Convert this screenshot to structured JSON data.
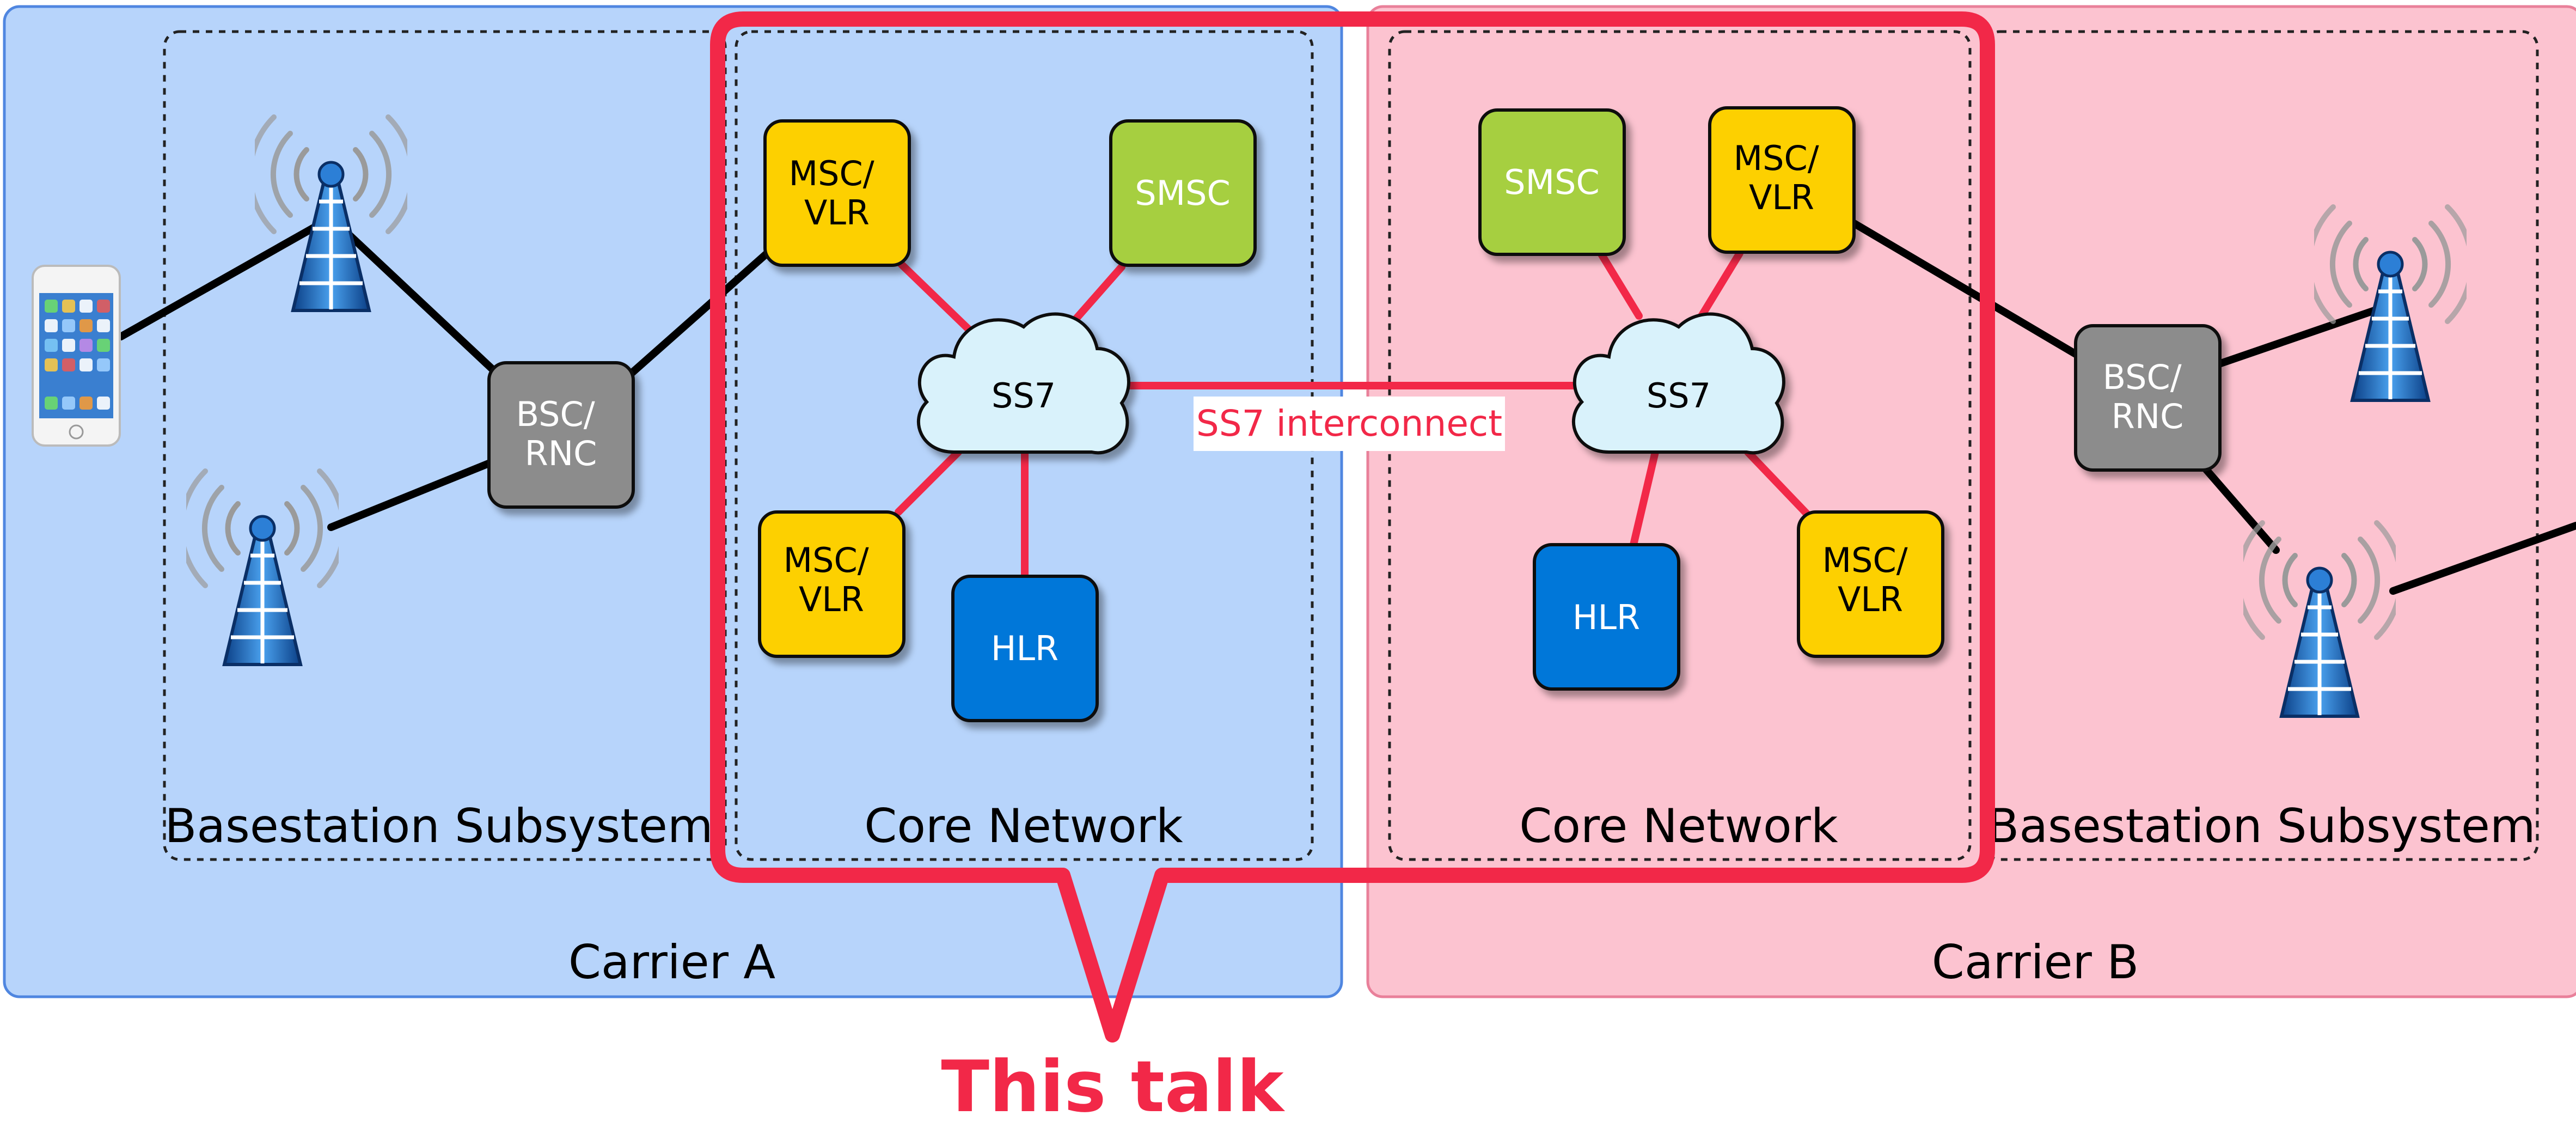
{
  "carriers": {
    "a": {
      "label": "Carrier A",
      "color": "#b7d4fb",
      "border": "#4f86e0"
    },
    "b": {
      "label": "Carrier B",
      "color": "#fcc3d0",
      "border": "#e9809a"
    }
  },
  "regions": {
    "a_bss": "Basestation Subsystem",
    "a_core": "Core Network",
    "b_core": "Core Network",
    "b_bss": "Basestation Subsystem"
  },
  "nodes": {
    "a_msc_top": [
      "MSC/",
      "VLR"
    ],
    "a_smsc": "SMSC",
    "a_ss7": "SS7",
    "a_msc_bottom": [
      "MSC/",
      "VLR"
    ],
    "a_hlr": "HLR",
    "a_bsc": [
      "BSC/",
      "RNC"
    ],
    "b_smsc": "SMSC",
    "b_msc_top": [
      "MSC/",
      "VLR"
    ],
    "b_ss7": "SS7",
    "b_hlr": "HLR",
    "b_msc_bottom": [
      "MSC/",
      "VLR"
    ],
    "b_bsc": [
      "BSC/",
      "RNC"
    ]
  },
  "interconnect_label": "SS7 interconnect",
  "callout_label": "This talk",
  "colors": {
    "msc": "#fdd000",
    "smsc": "#a6cf41",
    "hlr": "#0577d9",
    "bsc": "#8c8c8c",
    "ss7_cloud": "#d9f2fb",
    "highlight": "#f22848",
    "link": "#000000"
  },
  "icons": [
    "smartphone-icon",
    "cell-tower-icon"
  ]
}
